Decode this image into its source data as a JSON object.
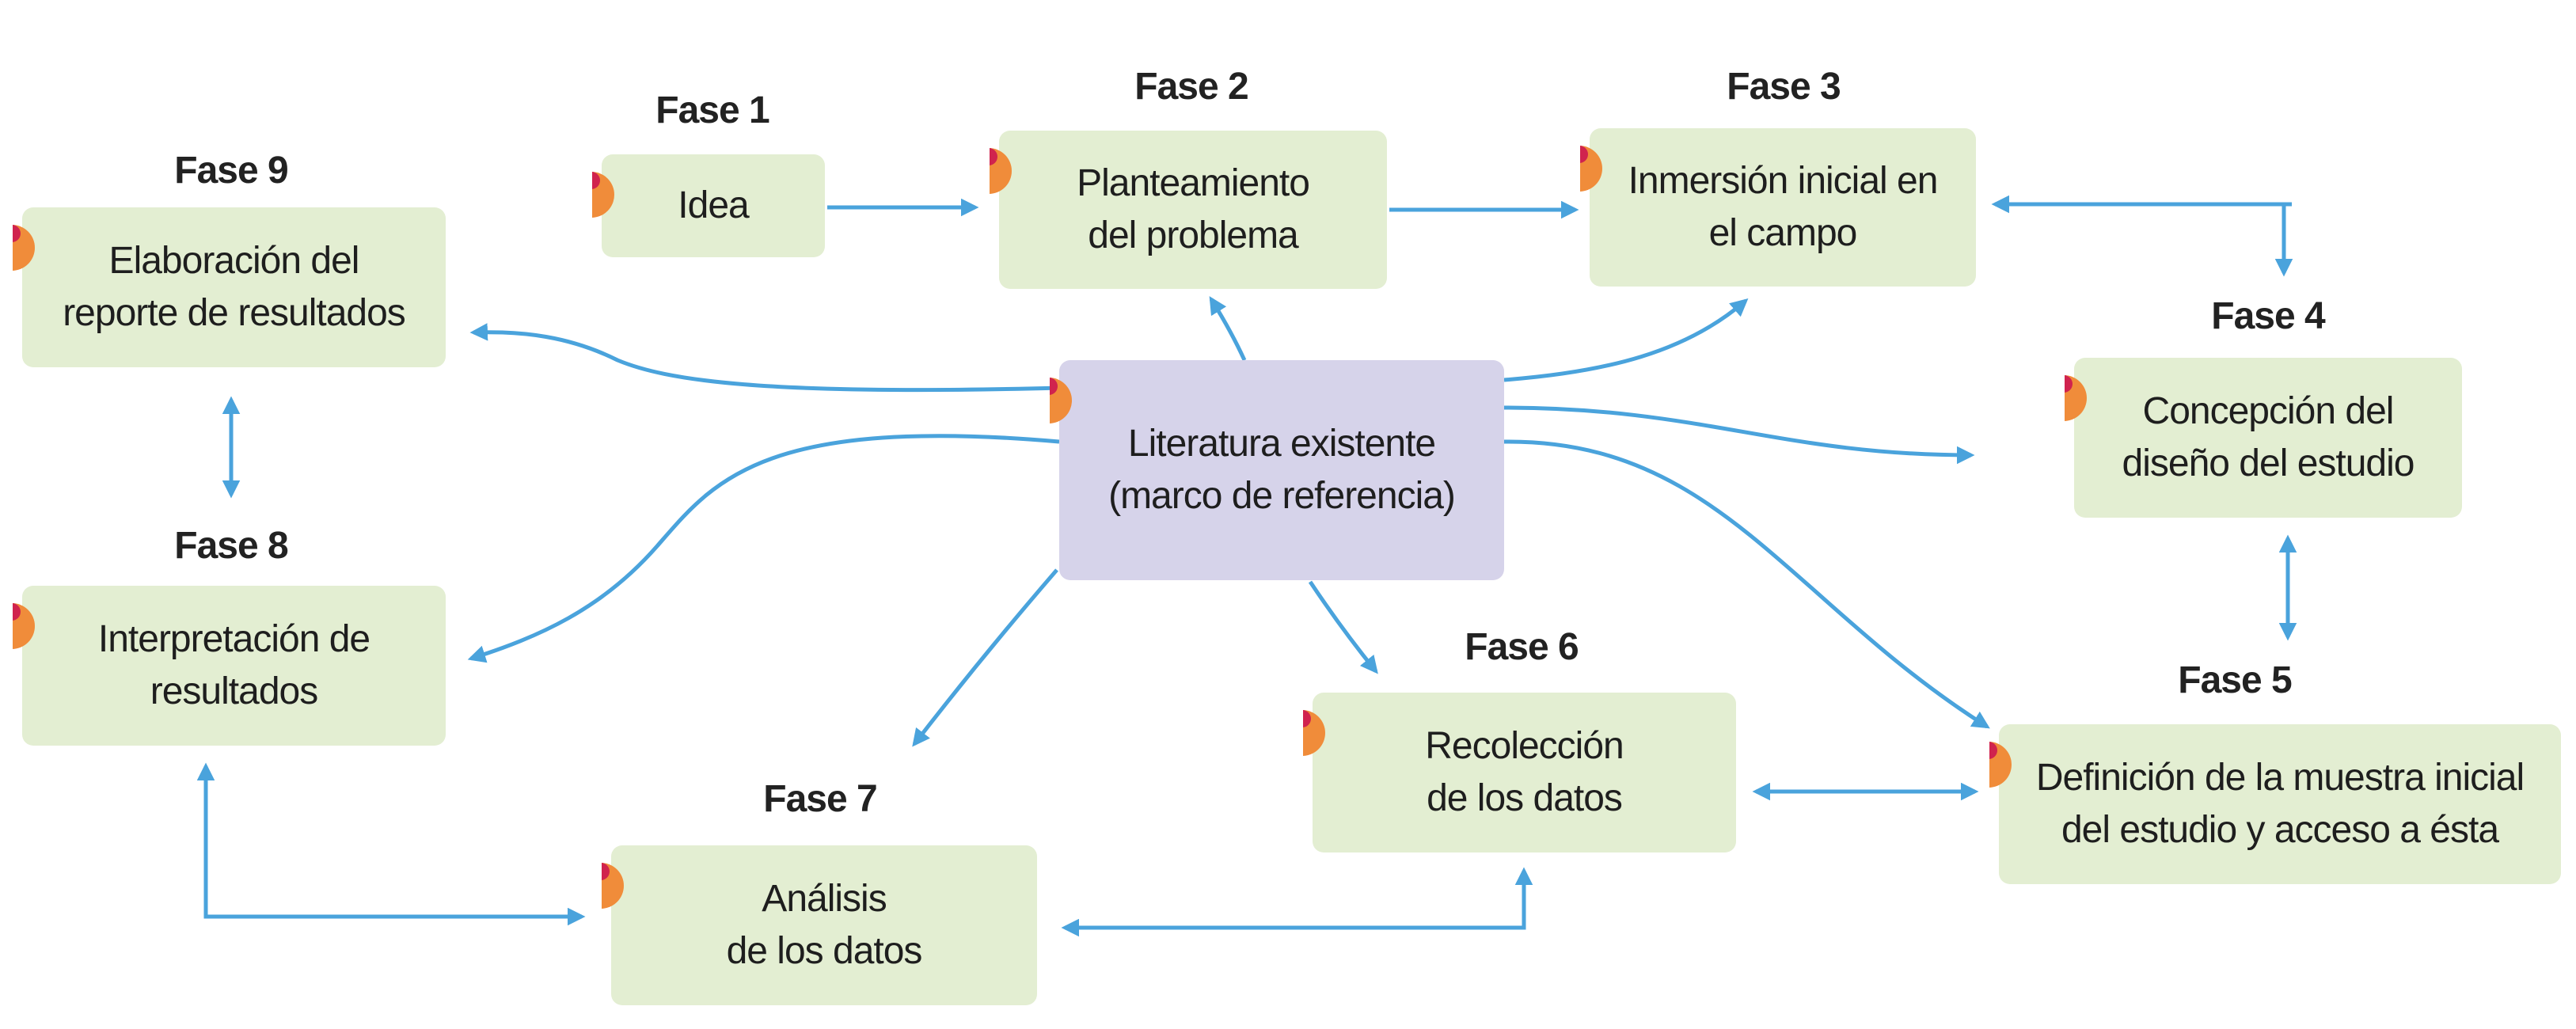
{
  "phases": {
    "fase1": {
      "label": "Fase 1",
      "text": "Idea"
    },
    "fase2": {
      "label": "Fase 2",
      "text": "Planteamiento\ndel problema"
    },
    "fase3": {
      "label": "Fase 3",
      "text": "Inmersión inicial en\nel campo"
    },
    "fase4": {
      "label": "Fase 4",
      "text": "Concepción del\ndiseño del estudio"
    },
    "fase5": {
      "label": "Fase 5",
      "text": "Definición de la muestra inicial\ndel estudio y acceso a ésta"
    },
    "fase6": {
      "label": "Fase 6",
      "text": "Recolección\nde los datos"
    },
    "fase7": {
      "label": "Fase 7",
      "text": "Análisis\nde los datos"
    },
    "fase8": {
      "label": "Fase 8",
      "text": "Interpretación de\nresultados"
    },
    "fase9": {
      "label": "Fase 9",
      "text": "Elaboración del\nreporte de resultados"
    }
  },
  "center": {
    "text": "Literatura existente\n(marco de referencia)"
  },
  "colors": {
    "arrow": "#4aa3dc",
    "box": "#e3eed2",
    "center_box": "#d6d3ea",
    "marker_orange": "#f08c3a",
    "marker_red": "#d0234e"
  }
}
